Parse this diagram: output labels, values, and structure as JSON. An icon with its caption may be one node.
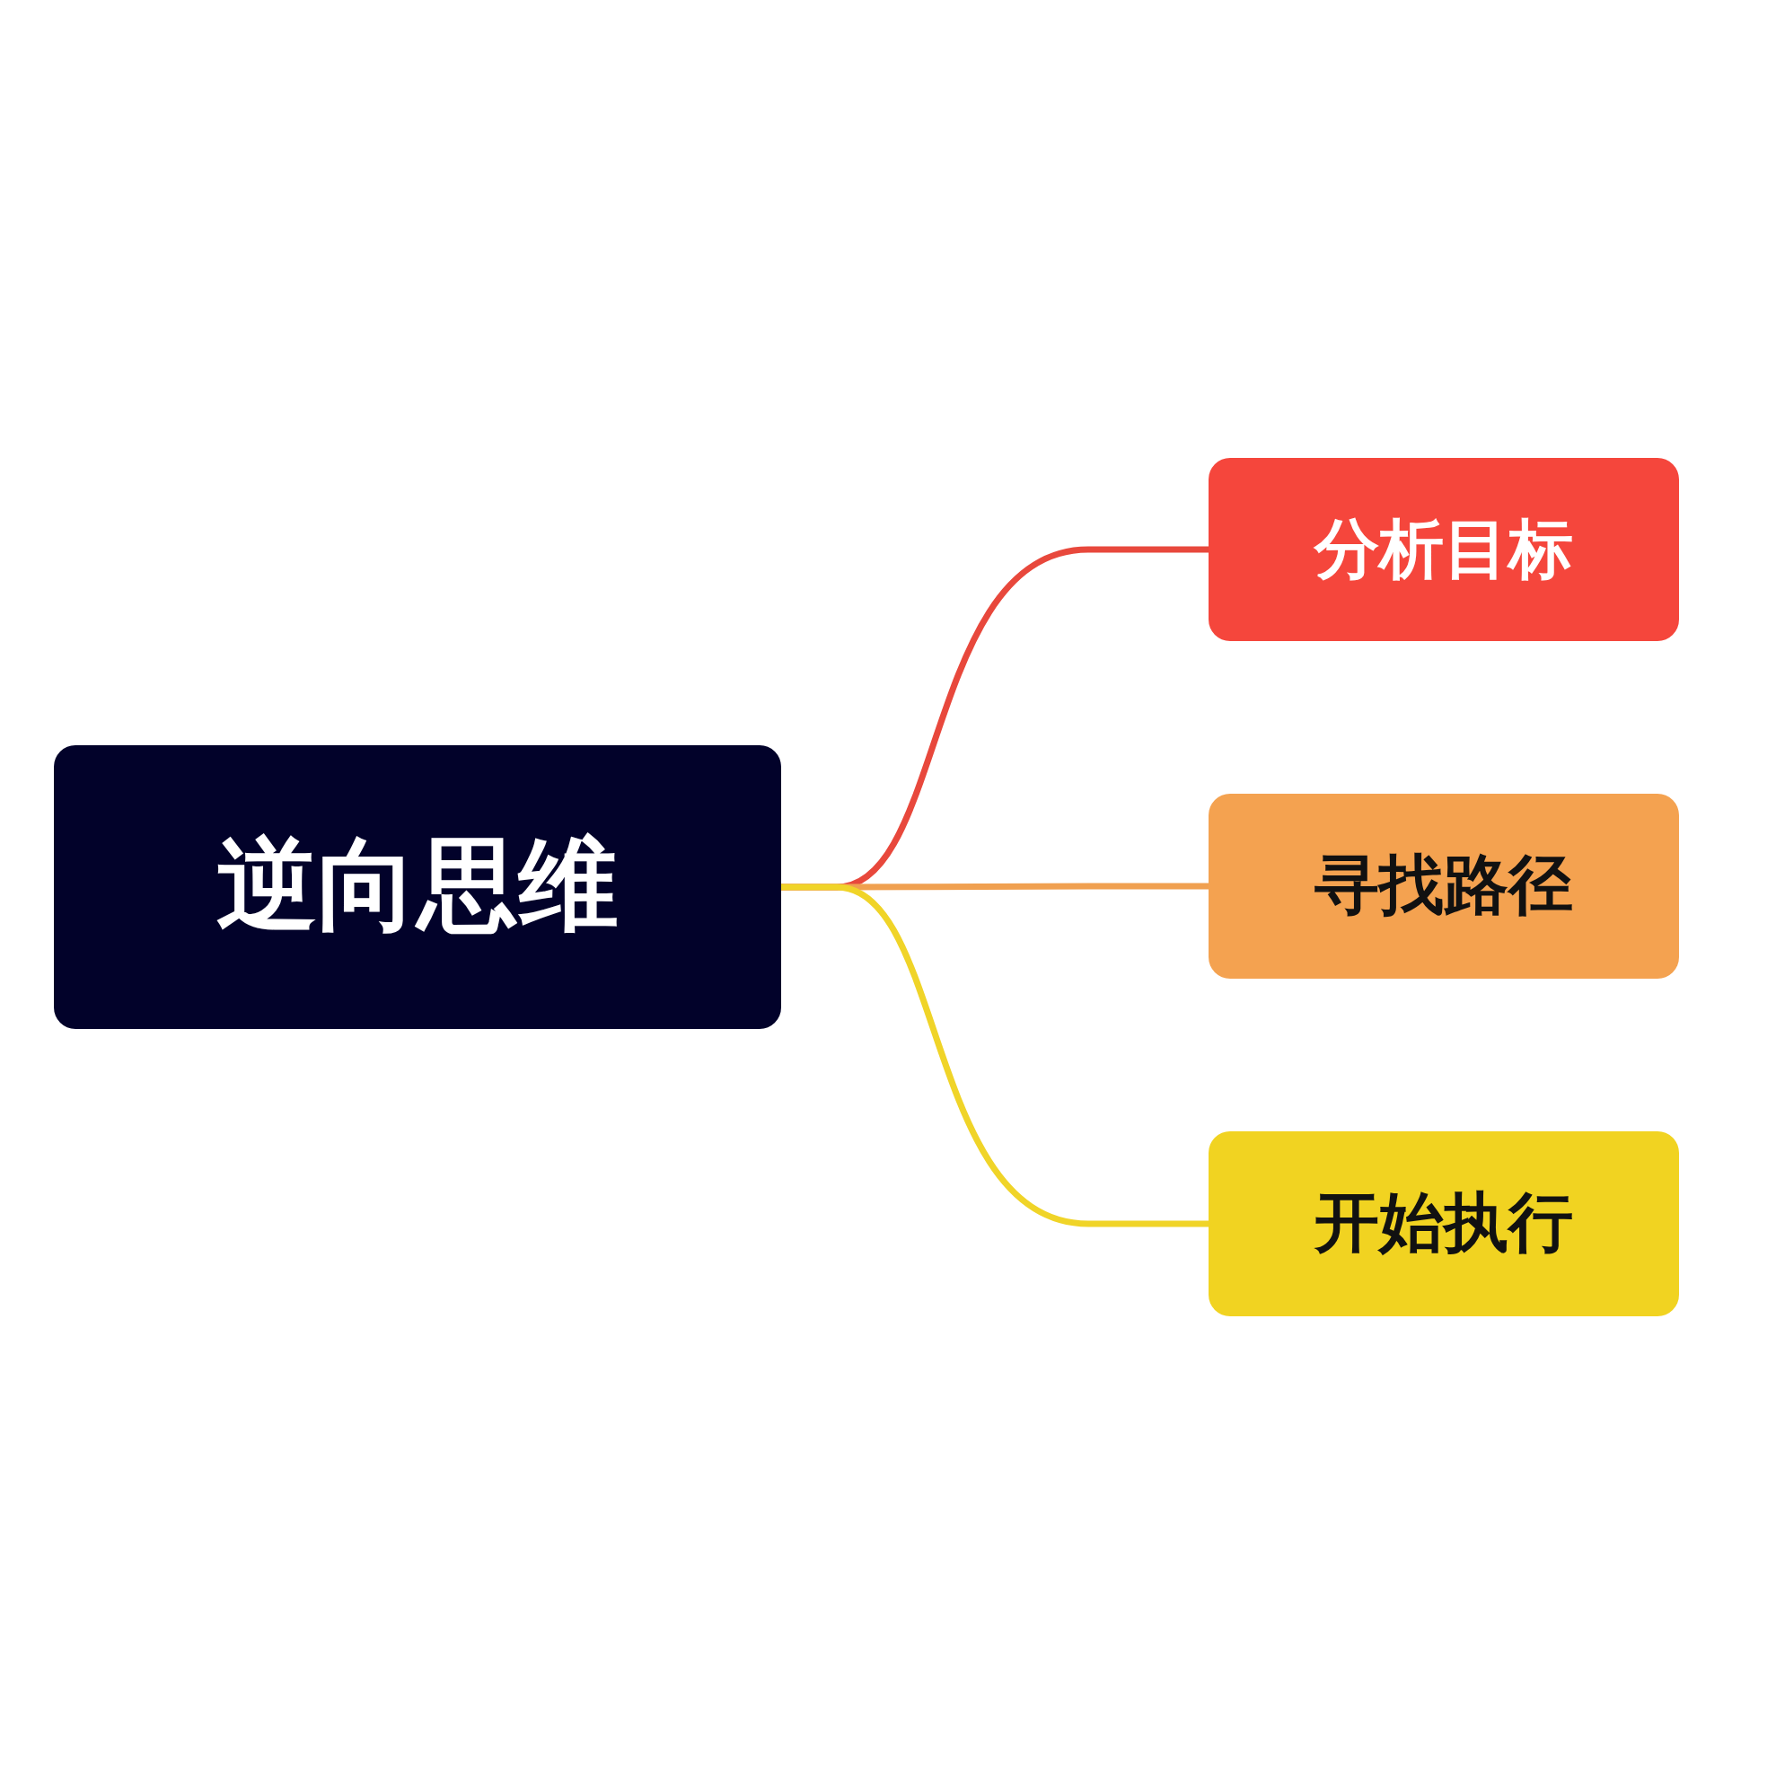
{
  "diagram": {
    "nodes": [
      {
        "text": [
          "逆向思维"
        ]
      },
      {
        "text": [
          "分析目标"
        ]
      },
      {
        "text": [
          "寻找路径"
        ]
      },
      {
        "text": [
          "开始执行"
        ]
      }
    ],
    "edges": [
      {
        "from": 0,
        "to": 1,
        "arrow": "none",
        "color": "#e8483c"
      },
      {
        "from": 0,
        "to": 2,
        "arrow": "none",
        "color": "#f0a050"
      },
      {
        "from": 0,
        "to": 3,
        "arrow": "none",
        "color": "#f0d428"
      }
    ]
  }
}
